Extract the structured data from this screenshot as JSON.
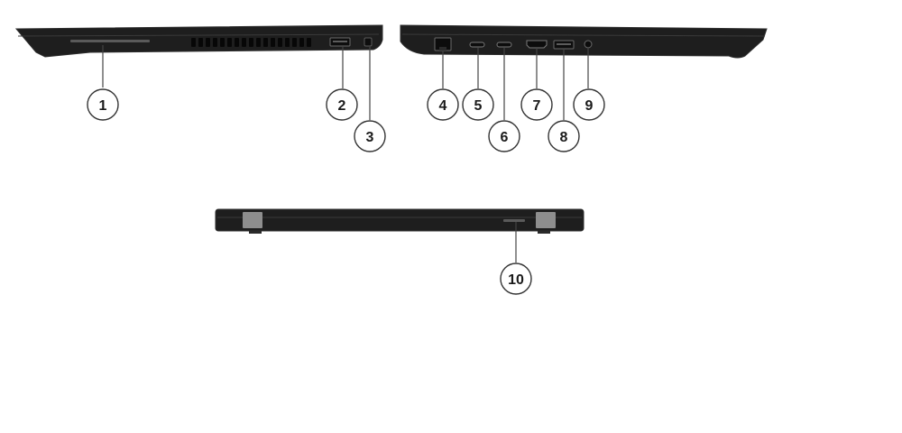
{
  "figure": {
    "views": [
      {
        "id": "left-side"
      },
      {
        "id": "right-side"
      },
      {
        "id": "rear"
      }
    ],
    "callouts": [
      {
        "number": "1"
      },
      {
        "number": "2"
      },
      {
        "number": "3"
      },
      {
        "number": "4"
      },
      {
        "number": "5"
      },
      {
        "number": "6"
      },
      {
        "number": "7"
      },
      {
        "number": "8"
      },
      {
        "number": "9"
      },
      {
        "number": "10"
      }
    ],
    "colors": {
      "chassis": "#1e1e1e",
      "chassis_edge": "#2d2d2d",
      "hinge": "#8e8e8e",
      "callout_stroke": "#333333",
      "leader": "#444444"
    }
  }
}
